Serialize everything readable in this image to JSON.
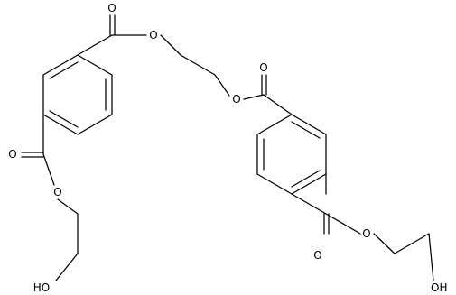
{
  "molecule": {
    "atom_labels": {
      "ester_oxygen": "O",
      "carbonyl_oxygen": "O",
      "hydroxyl": "HO",
      "hydroxyl_right": "OH"
    },
    "colors": {
      "bond": "#000000",
      "label": "#000000",
      "background": "#ffffff"
    }
  }
}
